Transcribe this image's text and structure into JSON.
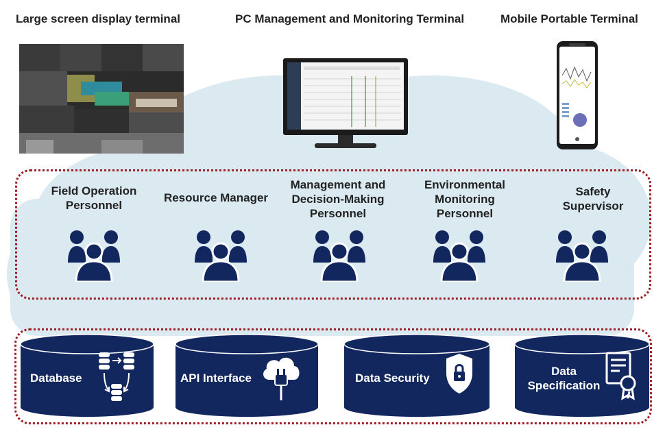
{
  "terminals": [
    {
      "title": "Large screen display terminal"
    },
    {
      "title": "PC Management and Monitoring Terminal"
    },
    {
      "title": "Mobile Portable Terminal"
    }
  ],
  "roles": [
    {
      "label_line1": "Field Operation",
      "label_line2": "Personnel",
      "label_line3": ""
    },
    {
      "label_line1": "Resource Manager",
      "label_line2": "",
      "label_line3": ""
    },
    {
      "label_line1": "Management and",
      "label_line2": "Decision-Making",
      "label_line3": "Personnel"
    },
    {
      "label_line1": "Environmental",
      "label_line2": "Monitoring",
      "label_line3": "Personnel"
    },
    {
      "label_line1": "Safety",
      "label_line2": "Supervisor",
      "label_line3": ""
    }
  ],
  "foundation": [
    {
      "label_line1": "Database",
      "label_line2": "",
      "icon": "database-sync-icon"
    },
    {
      "label_line1": "API Interface",
      "label_line2": "",
      "icon": "cloud-plug-icon"
    },
    {
      "label_line1": "Data Security",
      "label_line2": "",
      "icon": "shield-lock-icon"
    },
    {
      "label_line1": "Data",
      "label_line2": "Specification",
      "icon": "certificate-icon"
    }
  ],
  "colors": {
    "navy": "#13275f",
    "cloud": "#dbe9f1",
    "dotted_border": "#a01c24"
  }
}
